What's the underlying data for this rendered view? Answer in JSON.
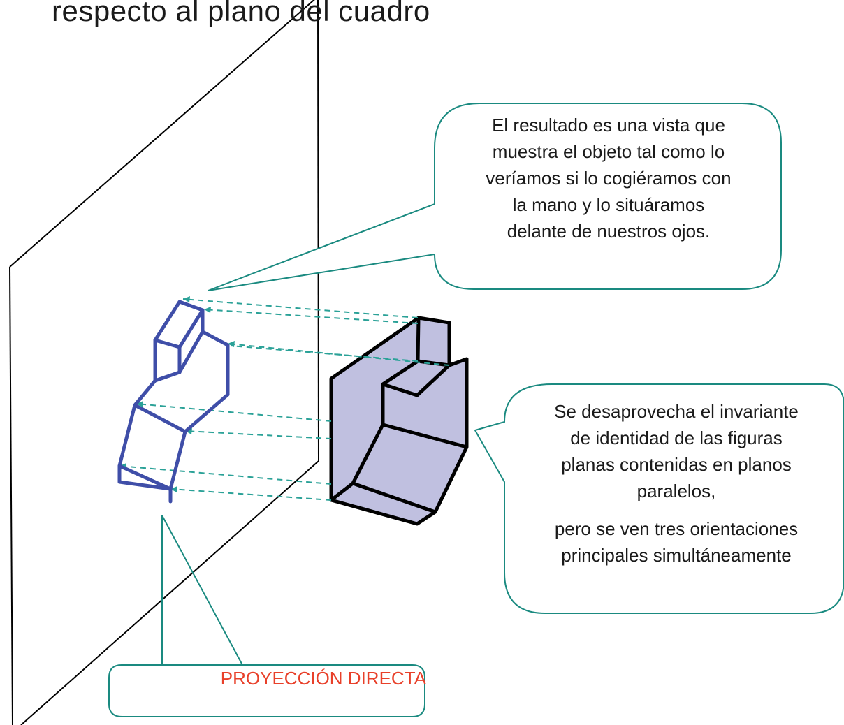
{
  "title": "respecto al plano del cuadro",
  "callouts": {
    "top": [
      "El resultado es una vista que",
      "muestra el objeto tal como lo",
      "veríamos si lo cogiéramos con",
      "la mano y lo situáramos",
      "delante de nuestros ojos."
    ],
    "right_1": [
      "Se desaprovecha el invariante",
      "de identidad de las figuras",
      "planas contenidas en planos",
      "paralelos,"
    ],
    "right_2": [
      "pero se ven tres orientaciones",
      "principales simultáneamente"
    ],
    "bottom_label": "PROYECCIÓN DIRECTA"
  },
  "colors": {
    "callout_border": "#1a8a80",
    "projection_lines": "#2aa197",
    "projected_view": "#3f4ea8",
    "object_fill": "#c0c0e0",
    "object_outline": "#000000",
    "label_text": "#e8402a"
  }
}
